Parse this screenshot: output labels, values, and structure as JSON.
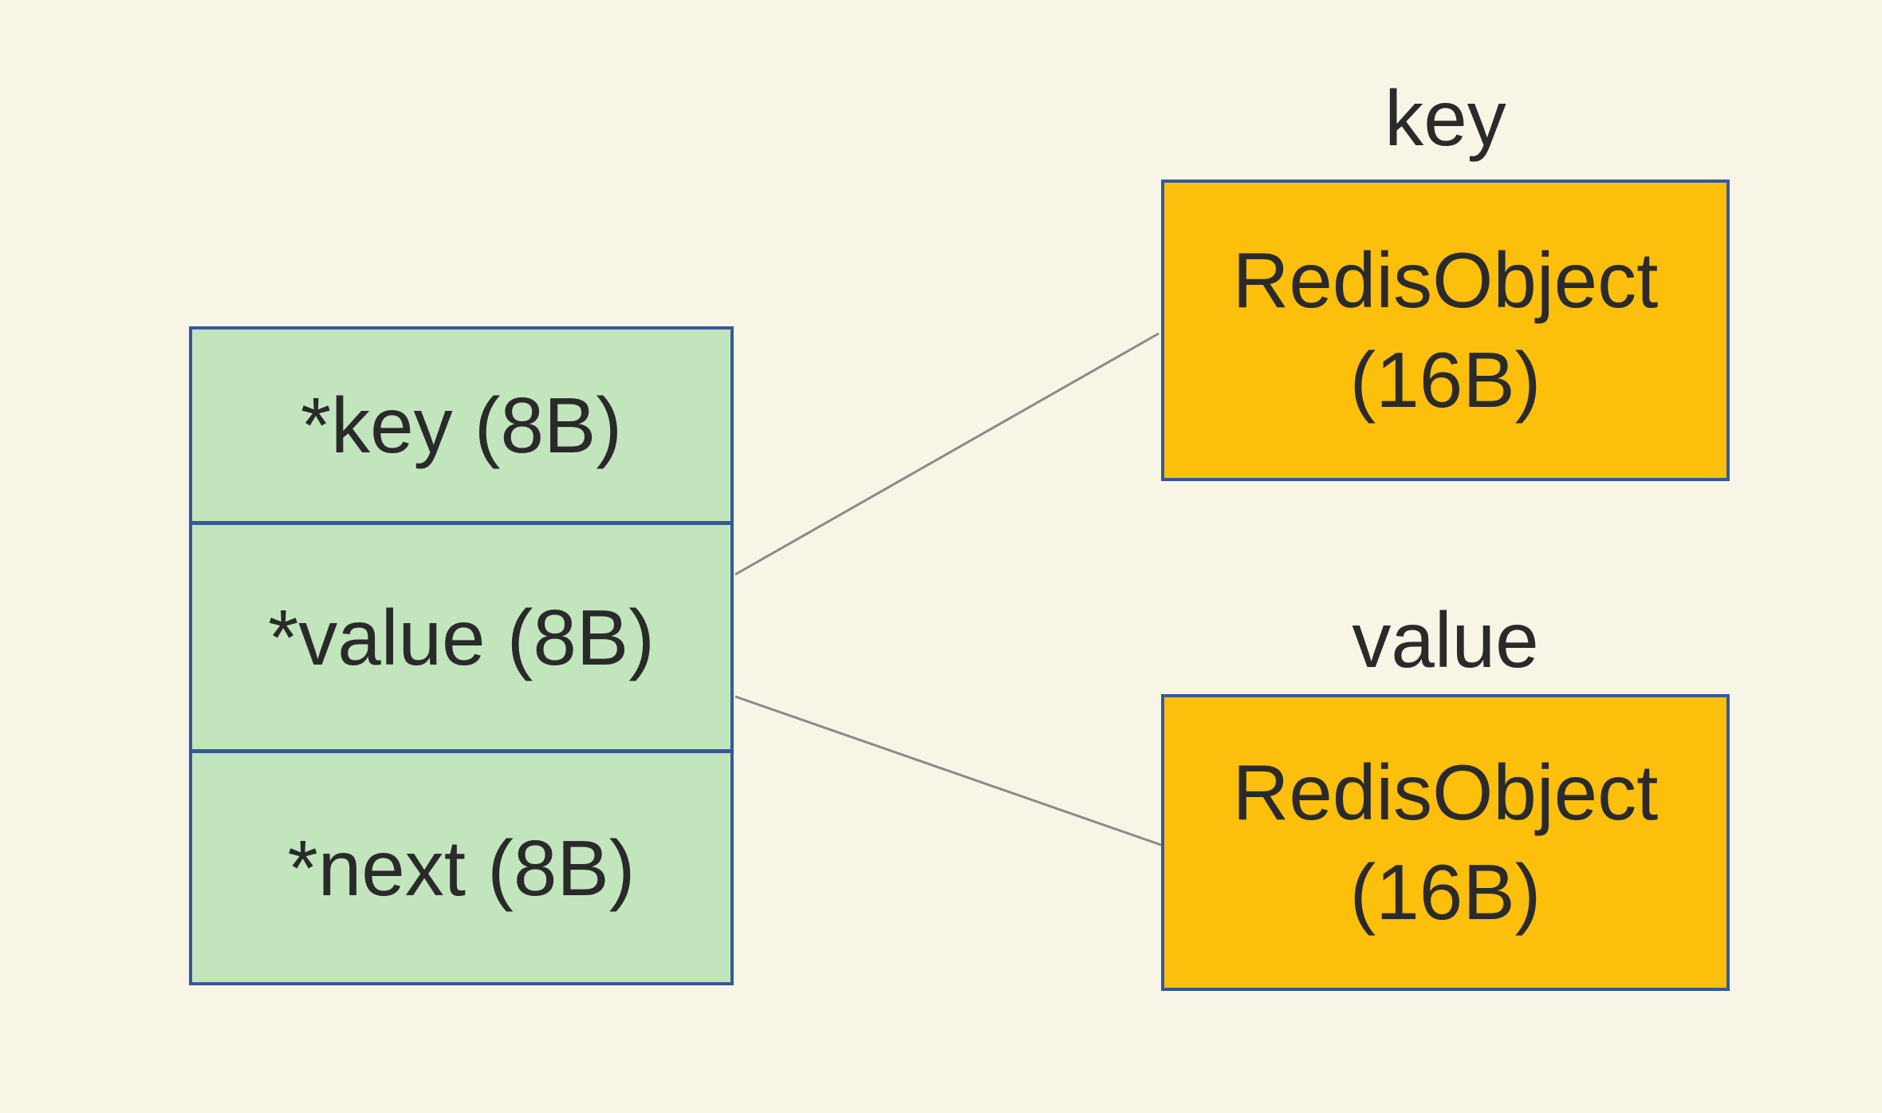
{
  "diagram": {
    "struct": {
      "rows": [
        {
          "label": "*key (8B)"
        },
        {
          "label": "*value (8B)"
        },
        {
          "label": "*next (8B)"
        }
      ]
    },
    "key_object": {
      "title": "key",
      "line1": "RedisObject",
      "line2": "(16B)"
    },
    "value_object": {
      "title": "value",
      "line1": "RedisObject",
      "line2": "(16B)"
    }
  },
  "colors": {
    "background": "#F8F5E7",
    "green_fill": "#C2E5BE",
    "orange_fill": "#FCBF0C",
    "border_blue": "#36599A",
    "connector_gray": "#8A8A8A",
    "text": "#2A2A2A"
  }
}
